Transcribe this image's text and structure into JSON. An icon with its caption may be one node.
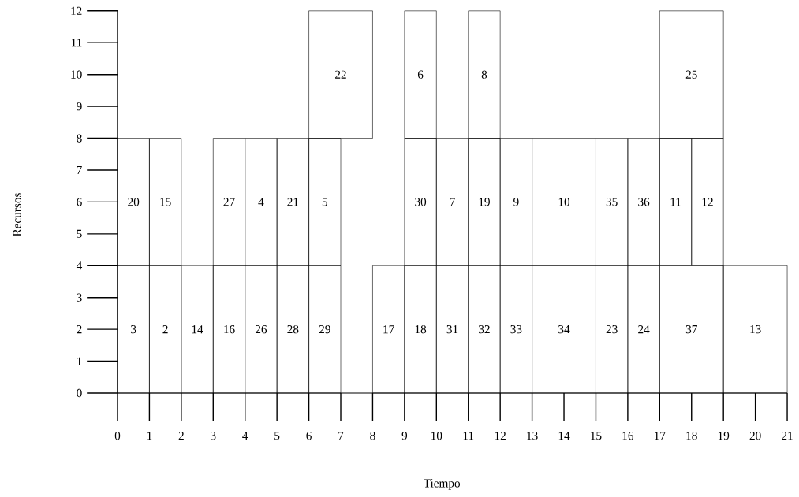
{
  "diagram": {
    "nodes": [
      {
        "text": [
          "22"
        ]
      },
      {
        "text": [
          "6"
        ]
      },
      {
        "text": [
          "8"
        ]
      },
      {
        "text": [
          "25"
        ]
      },
      {
        "text": [
          "20"
        ]
      },
      {
        "text": [
          "15"
        ]
      },
      {
        "text": [
          "27"
        ]
      },
      {
        "text": [
          "4"
        ]
      },
      {
        "text": [
          "21"
        ]
      },
      {
        "text": [
          "5"
        ]
      },
      {
        "text": [
          "30"
        ]
      },
      {
        "text": [
          "7"
        ]
      },
      {
        "text": [
          "19"
        ]
      },
      {
        "text": [
          "9"
        ]
      },
      {
        "text": [
          "10"
        ]
      },
      {
        "text": [
          "35"
        ]
      },
      {
        "text": [
          "36"
        ]
      },
      {
        "text": [
          "11"
        ]
      },
      {
        "text": [
          "12"
        ]
      },
      {
        "text": [
          "3"
        ]
      },
      {
        "text": [
          "2"
        ]
      },
      {
        "text": [
          "14"
        ]
      },
      {
        "text": [
          "16"
        ]
      },
      {
        "text": [
          "26"
        ]
      },
      {
        "text": [
          "28"
        ]
      },
      {
        "text": [
          "29"
        ]
      },
      {
        "text": [
          "17"
        ]
      },
      {
        "text": [
          "18"
        ]
      },
      {
        "text": [
          "31"
        ]
      },
      {
        "text": [
          "32"
        ]
      },
      {
        "text": [
          "33"
        ]
      },
      {
        "text": [
          "34"
        ]
      },
      {
        "text": [
          "23"
        ]
      },
      {
        "text": [
          "24"
        ]
      },
      {
        "text": [
          "37"
        ]
      },
      {
        "text": [
          "13"
        ]
      }
    ],
    "labels": [
      "12",
      "11",
      "10",
      "9",
      "8",
      "7",
      "6",
      "5",
      "4",
      "3",
      "2",
      "1",
      "0",
      "Recursos",
      "0",
      "1",
      "2",
      "3",
      "4",
      "5",
      "6",
      "7",
      "8",
      "9",
      "10",
      "11",
      "12",
      "13",
      "14",
      "15",
      "16",
      "17",
      "18",
      "19",
      "20",
      "21",
      "Tiempo"
    ]
  }
}
